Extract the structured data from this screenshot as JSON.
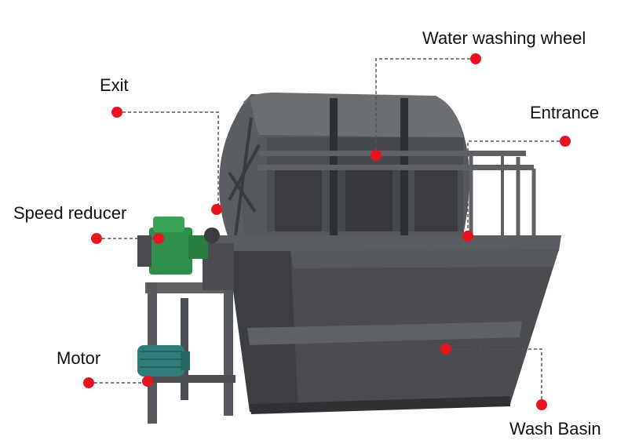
{
  "diagram": {
    "labels": {
      "water_washing_wheel": "Water washing wheel",
      "exit": "Exit",
      "entrance": "Entrance",
      "speed_reducer": "Speed reducer",
      "motor": "Motor",
      "wash_basin": "Wash Basin"
    },
    "colors": {
      "marker": "#e8141d",
      "leader_line": "#555555",
      "machine_body": "#4a4c4f",
      "machine_dark": "#2f3033",
      "machine_light": "#6b6e72",
      "reducer": "#2f8f4a",
      "motor": "#2e7d7a"
    }
  }
}
